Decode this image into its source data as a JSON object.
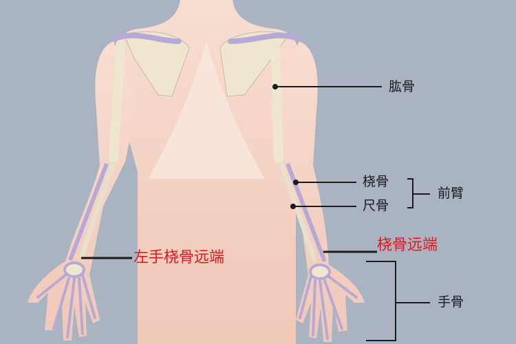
{
  "labels": {
    "humerus": "肱骨",
    "radius": "桡骨",
    "ulna": "尺骨",
    "forearm": "前臂",
    "distal_radius": "桡骨远端",
    "left_distal_radius": "左手桡骨远端",
    "hand_bones": "手骨"
  },
  "colors": {
    "background": "#aab3c2",
    "skin": "#f3d2c4",
    "bone": "#efe6d0",
    "bone_shadow": "#b7a9d6",
    "highlight_label": "#e8141c",
    "leader_line": "#1a1a1a"
  }
}
